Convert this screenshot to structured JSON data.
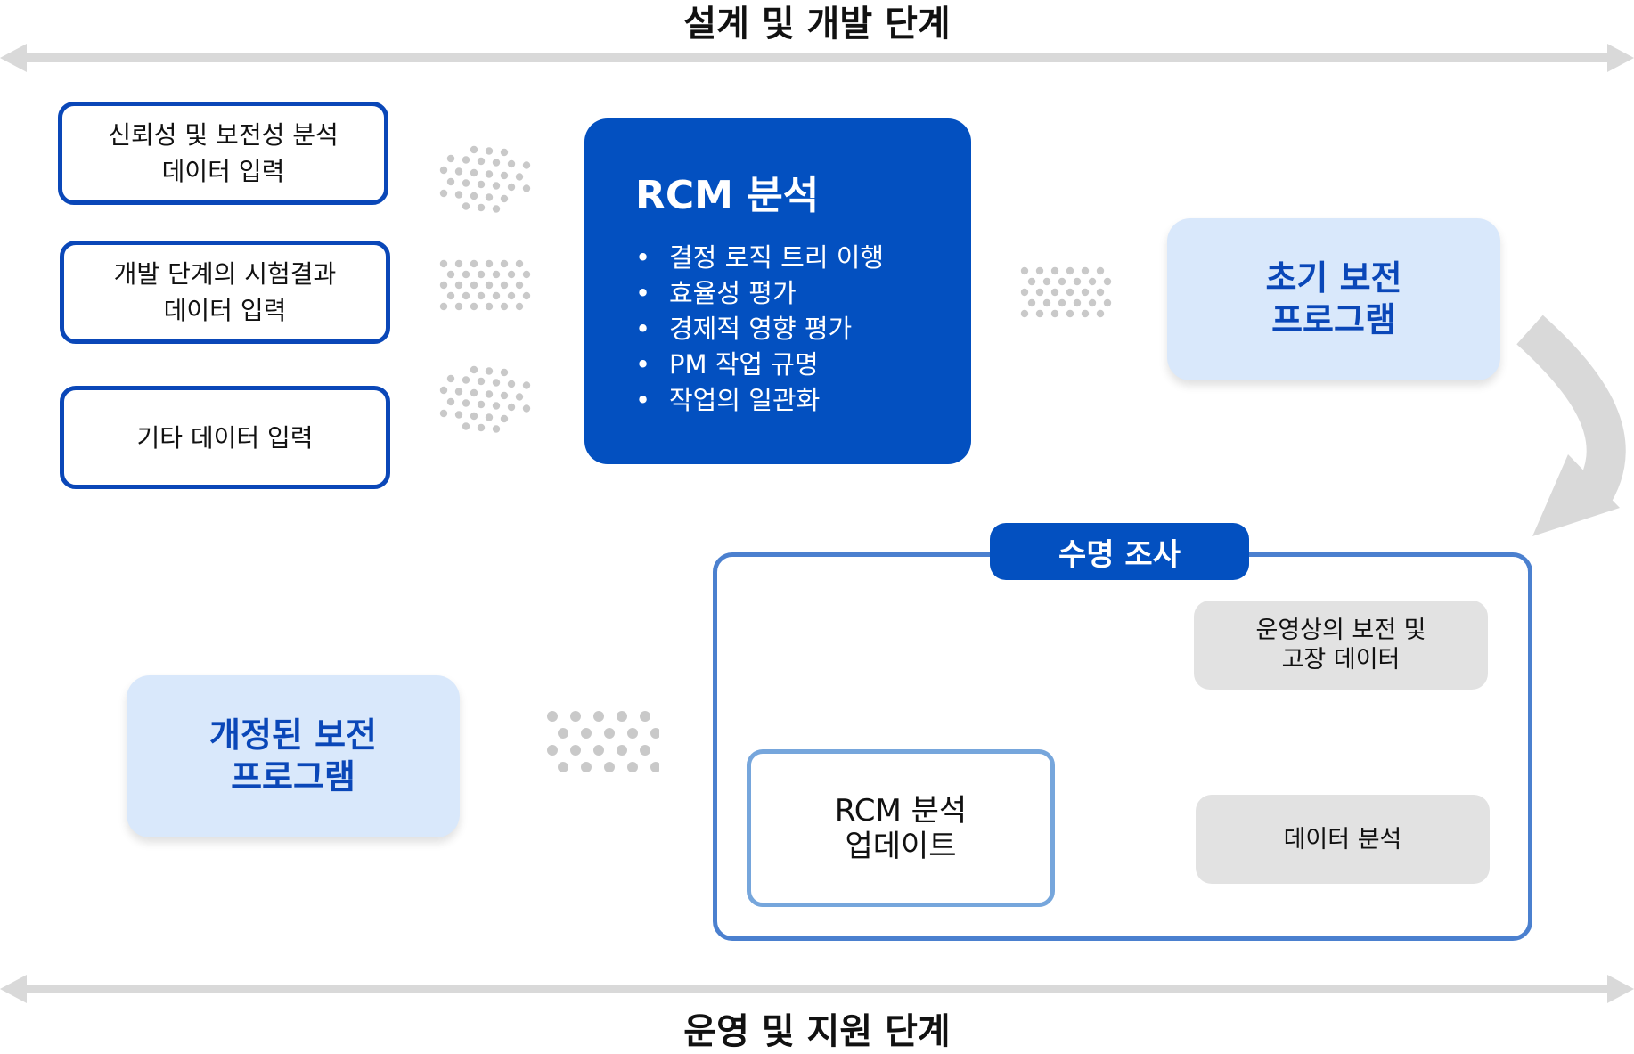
{
  "top_phase": "설계 및 개발 단계",
  "bottom_phase": "운영 및 지원 단계",
  "inputs": [
    {
      "line1": "신뢰성 및 보전성 분석",
      "line2": "데이터 입력"
    },
    {
      "line1": "개발 단계의 시험결과",
      "line2": "데이터 입력"
    },
    {
      "line1": "기타 데이터 입력"
    }
  ],
  "rcm": {
    "title": "RCM 분석",
    "items": [
      "결정 로직 트리 이행",
      "효율성 평가",
      "경제적 영향 평가",
      "PM 작업 규명",
      "작업의 일관화"
    ]
  },
  "initial_program": {
    "line1": "초기 보전",
    "line2": "프로그램"
  },
  "revised_program": {
    "line1": "개정된 보전",
    "line2": "프로그램"
  },
  "survey": {
    "title": "수명 조사",
    "ops_data": {
      "line1": "운영상의 보전 및",
      "line2": "고장 데이터"
    },
    "data_analysis": "데이터 분석",
    "rcm_update": {
      "line1": "RCM 분석",
      "line2": "업데이트"
    }
  },
  "colors": {
    "primary_blue": "#0350c0",
    "light_blue": "#d9e8fb",
    "outline_blue": "#4b80cf",
    "gray": "#e2e2e2",
    "arrow_gray": "#d9d9d9",
    "dot_gray": "#c9c9c9"
  }
}
